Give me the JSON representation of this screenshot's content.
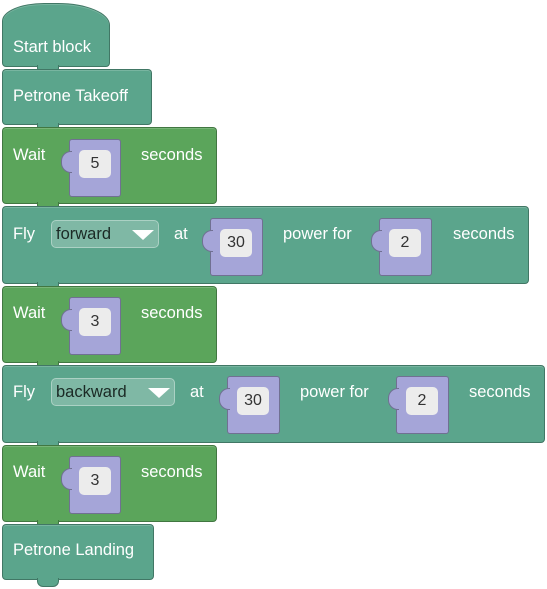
{
  "blocks": {
    "start": {
      "label": "Start block"
    },
    "takeoff": {
      "label": "Petrone Takeoff"
    },
    "wait1": {
      "label": "Wait",
      "value": "5",
      "suffix": "seconds"
    },
    "fly1": {
      "label": "Fly",
      "direction": "forward",
      "at": "at",
      "power": "30",
      "power_for": "power for",
      "duration": "2",
      "suffix": "seconds"
    },
    "wait2": {
      "label": "Wait",
      "value": "3",
      "suffix": "seconds"
    },
    "fly2": {
      "label": "Fly",
      "direction": "backward",
      "at": "at",
      "power": "30",
      "power_for": "power for",
      "duration": "2",
      "suffix": "seconds"
    },
    "wait3": {
      "label": "Wait",
      "value": "3",
      "suffix": "seconds"
    },
    "landing": {
      "label": "Petrone Landing"
    }
  },
  "colors": {
    "drone_block": "#5ba58c",
    "control_block": "#5ba55b",
    "value_socket": "#a5a5d8",
    "field": "#ececec"
  }
}
